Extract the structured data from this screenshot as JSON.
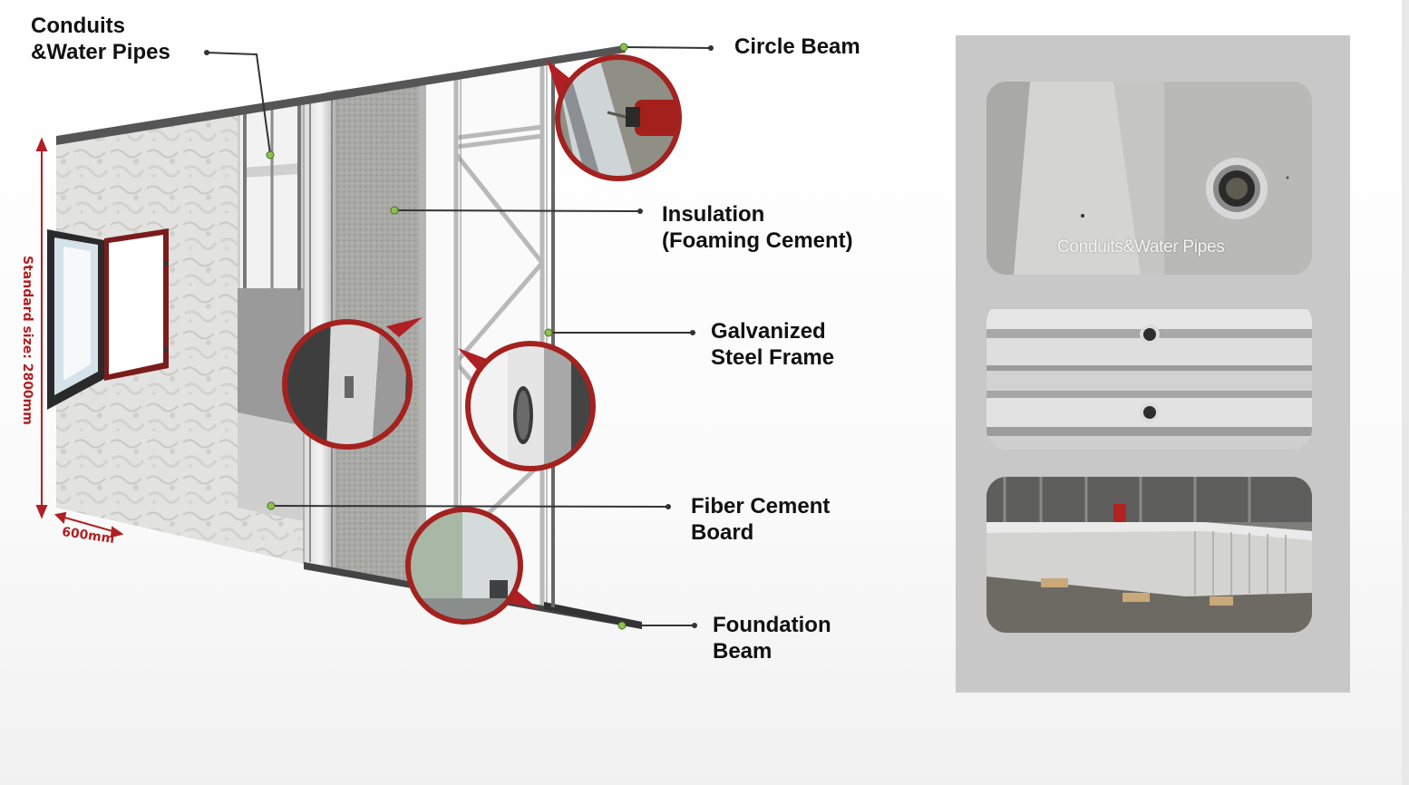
{
  "labels": {
    "conduits": "Conduits\n&Water Pipes",
    "circle_beam": "Circle Beam",
    "insulation": "Insulation\n(Foaming Cement)",
    "steel_frame": "Galvanized\nSteel Frame",
    "fiber_board": "Fiber Cement\nBoard",
    "foundation": "Foundation\nBeam"
  },
  "dimensions": {
    "height": "Standard size: 2800mm",
    "width": "600mm"
  },
  "photos": {
    "caption_1": "Conduits&Water Pipes"
  },
  "colors": {
    "accent_red": "#b01f24",
    "marker_green": "#8bc34a",
    "leader_line": "#333333"
  }
}
